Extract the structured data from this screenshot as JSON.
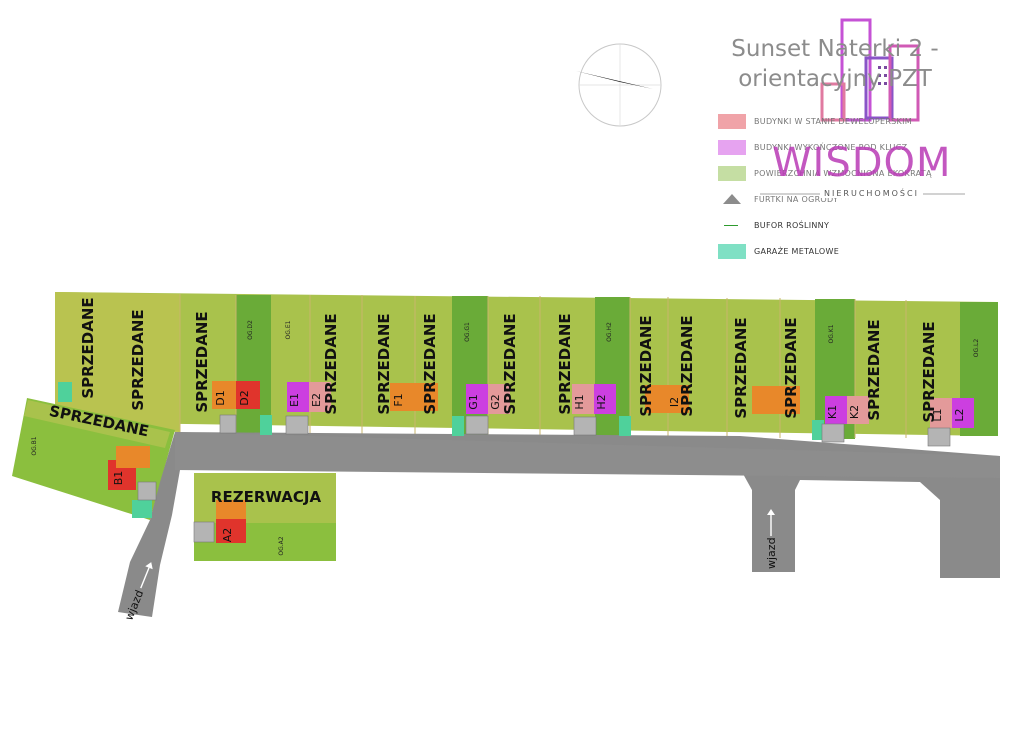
{
  "legend": {
    "title_line1": "Sunset Naterki 2 -",
    "title_line2": "orientacyjny PZT",
    "items": [
      {
        "label": "BUDYNKI W STANIE DEWELOPERSKIM",
        "color": "#f0a3a8",
        "icon": "swatch"
      },
      {
        "label": "BUDYNKI WYKOŃCZONE POD KLUCZ",
        "color": "#e6a3f0",
        "icon": "swatch"
      },
      {
        "label": "POWIERZCHNIA WZMOCNIONA EKOKRATĄ",
        "color": "#c5dea3",
        "icon": "swatch"
      },
      {
        "label": "FURTKI NA OGRODY",
        "color": "#8c8c8c",
        "icon": "triangle-icon"
      },
      {
        "label": "BUFOR ROŚLINNY",
        "color": "#2e9b2e",
        "icon": "line-icon"
      },
      {
        "label": "GARAŻE METALOWE",
        "color": "#7fe0c4",
        "icon": "swatch"
      }
    ]
  },
  "logo": {
    "name": "WISDOM",
    "subtitle": "NIERUCHOMOŚCI",
    "color": "#b93ab6"
  },
  "map": {
    "status_labels": {
      "sold": "SPRZEDANE",
      "reserved": "REZERWACJA"
    },
    "entrances": [
      "wjazd",
      "wjazd"
    ],
    "units": [
      "A2",
      "B1",
      "D1",
      "D2",
      "E1",
      "E2",
      "F1",
      "G1",
      "G2",
      "H1",
      "H2",
      "I2",
      "K1",
      "K2",
      "L1",
      "L2"
    ],
    "gardens": [
      "OG.A2",
      "OG.B1",
      "OG.D2",
      "OG.E1",
      "OG.G1",
      "OG.H2",
      "OG.K1",
      "OG.L2"
    ],
    "colors": {
      "lawn": "#8bbf3e",
      "lawn_dark": "#6aab38",
      "lawn_light": "#a9c24c",
      "road": "#8a8a8a",
      "unit_red": "#e0342c",
      "unit_orange": "#e8882a",
      "unit_pink": "#e39a9a",
      "unit_magenta": "#cc3fe0",
      "garage": "#4fd19b"
    }
  }
}
